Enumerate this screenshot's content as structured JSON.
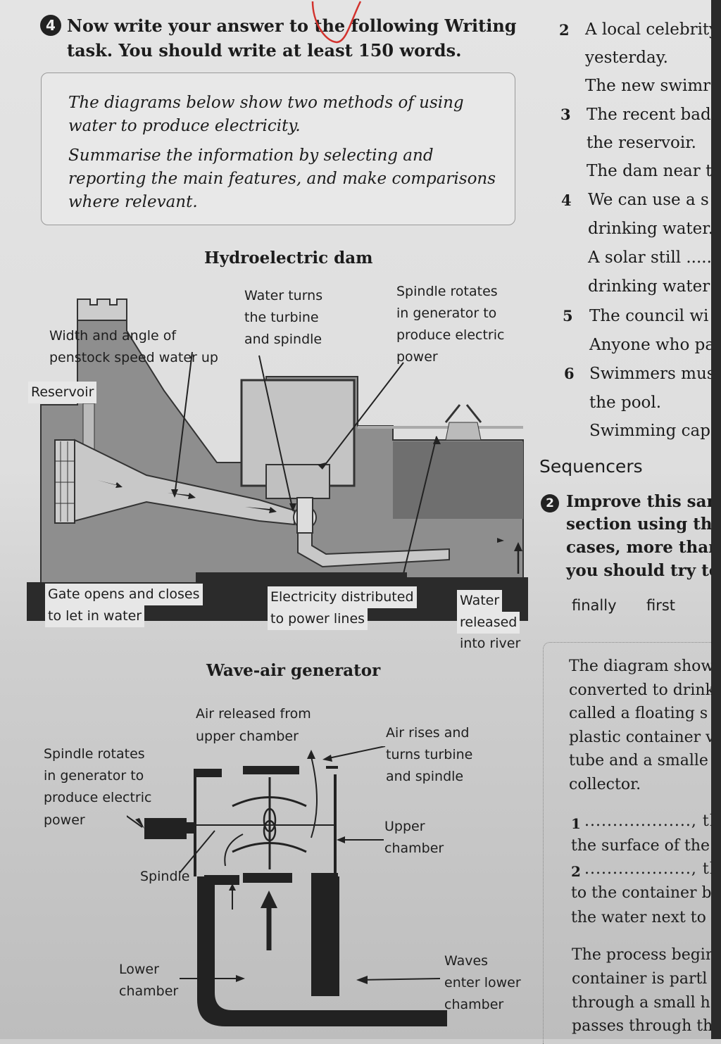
{
  "task": {
    "number": "4",
    "heading_line1": "Now write your answer to the following Writing",
    "heading_line2": "task. You should write at least 150 words.",
    "prompt_line1": "The diagrams below show two methods of using",
    "prompt_line2": "water to produce electricity.",
    "prompt_line3": "Summarise the information by selecting and",
    "prompt_line4": "reporting the main features, and make comparisons",
    "prompt_line5": "where relevant."
  },
  "dam": {
    "title": "Hydroelectric dam",
    "labels": {
      "width_angle_1": "Width and angle of",
      "width_angle_2": "penstock speed water up",
      "reservoir": "Reservoir",
      "turbine_1": "Water turns",
      "turbine_2": "the turbine",
      "turbine_3": "and spindle",
      "spindle_1": "Spindle rotates",
      "spindle_2": "in generator to",
      "spindle_3": "produce electric",
      "spindle_4": "power",
      "gate_1": "Gate opens and closes",
      "gate_2": "to let in water",
      "elec_1": "Electricity distributed",
      "elec_2": "to power lines",
      "water_1": "Water",
      "water_2": "released",
      "water_3": "into river"
    }
  },
  "wave": {
    "title": "Wave-air generator",
    "labels": {
      "air_released_1": "Air released from",
      "air_released_2": "upper chamber",
      "air_rises_1": "Air rises and",
      "air_rises_2": "turns turbine",
      "air_rises_3": "and spindle",
      "spindle_1": "Spindle rotates",
      "spindle_2": "in generator to",
      "spindle_3": "produce electric",
      "spindle_4": "power",
      "upper_1": "Upper",
      "upper_2": "chamber",
      "spindle": "Spindle",
      "lower_1": "Lower",
      "lower_2": "chamber",
      "waves_1": "Waves",
      "waves_2": "enter lower",
      "waves_3": "chamber"
    }
  },
  "right_column": {
    "item2_num": "2",
    "item2_a": "A local celebrity",
    "item2_b": "yesterday.",
    "item2_c": "The new swimr",
    "item3_num": "3",
    "item3_a": "The recent bad",
    "item3_b": "the reservoir.",
    "item3_c": "The dam near t",
    "item4_num": "4",
    "item4_a": "We can use a s",
    "item4_b": "drinking water.",
    "item4_c": "A solar still .......",
    "item4_d": "drinking water",
    "item5_num": "5",
    "item5_a": "The council wi",
    "item5_b": "Anyone who pa",
    "item6_num": "6",
    "item6_a": "Swimmers mus",
    "item6_b": "the pool.",
    "item6_c": "Swimming cap",
    "sequencers": "Sequencers",
    "ex2_num": "2",
    "ex2_a": "Improve this sam",
    "ex2_b": "section using the",
    "ex2_c": "cases, more than",
    "ex2_d": "you should try to",
    "word1": "finally",
    "word2": "first",
    "p1_a": "The diagram show",
    "p1_b": "converted to drink",
    "p1_c": "called a floating s",
    "p1_d": "plastic container v",
    "p1_e": "tube and a smalle",
    "p1_f": "collector.",
    "gap1_num": "1",
    "gap1_a": "..................., the l",
    "gap1_b": "the surface of the",
    "gap2_num": "2",
    "gap2_a": "..................., the",
    "gap2_b": "to the container b",
    "gap2_c": "the water next to",
    "p2_a": "The process begin",
    "p2_b": "container is partl",
    "p2_c": "through a small h",
    "p2_d": "passes through th"
  },
  "colors": {
    "annotation_red": "#d2322d",
    "ink": "#1c1c1c",
    "dark_fill": "#2b2b2b"
  }
}
